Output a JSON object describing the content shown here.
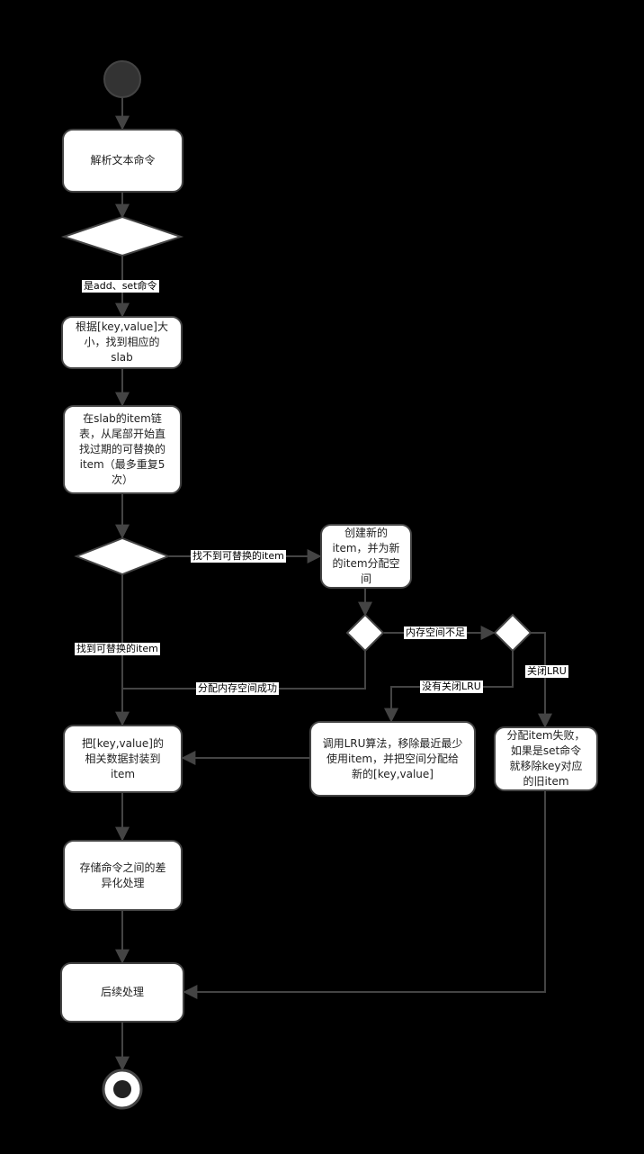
{
  "nodes": {
    "parse": "解析文本命令",
    "find_slab": "根据[key,value]大\n小，找到相应的\nslab",
    "search_item": "在slab的item链\n表，从尾部开始直\n找过期的可替换的\nitem（最多重复5\n次）",
    "create_item": "创建新的\nitem，并为新\n的item分配空\n间",
    "pack": "把[key,value]的\n相关数据封装到\nitem",
    "lru": "调用LRU算法，移除最近最少\n使用item，并把空间分配给\n新的[key,value]",
    "fail": "分配item失败，\n如果是set命令\n就移除key对应\n的旧item",
    "diff": "存储命令之间的差\n异化处理",
    "post": "后续处理"
  },
  "labels": {
    "is_add_set": "是add、set命令",
    "not_found": "找不到可替换的item",
    "found": "找到可替换的item",
    "mem_insufficient": "内存空间不足",
    "alloc_success": "分配内存空间成功",
    "lru_not_closed": "没有关闭LRU",
    "lru_closed": "关闭LRU"
  },
  "colors": {
    "background": "#000000",
    "node_fill": "#ffffff",
    "edge": "#444444",
    "start_node": "#333333"
  }
}
